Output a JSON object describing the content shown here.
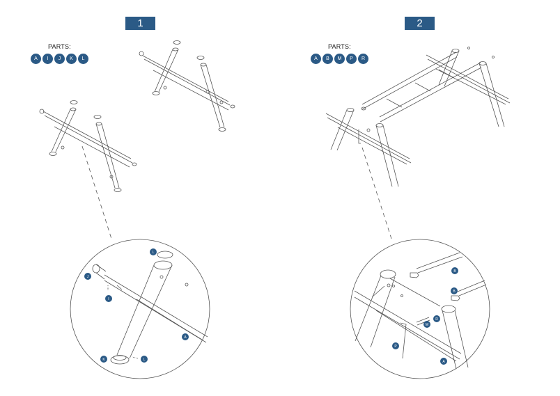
{
  "steps": [
    {
      "number": "1",
      "parts_label": "PARTS:",
      "parts": [
        "A",
        "I",
        "J",
        "K",
        "L"
      ],
      "callouts": [
        "L",
        "J",
        "I",
        "A",
        "K",
        "L"
      ]
    },
    {
      "number": "2",
      "parts_label": "PARTS:",
      "parts": [
        "A",
        "B",
        "M",
        "P",
        "R"
      ],
      "callouts": [
        "B",
        "B",
        "M",
        "R",
        "P",
        "A"
      ]
    }
  ],
  "colors": {
    "badge": "#2b5a86",
    "line": "#444444"
  }
}
